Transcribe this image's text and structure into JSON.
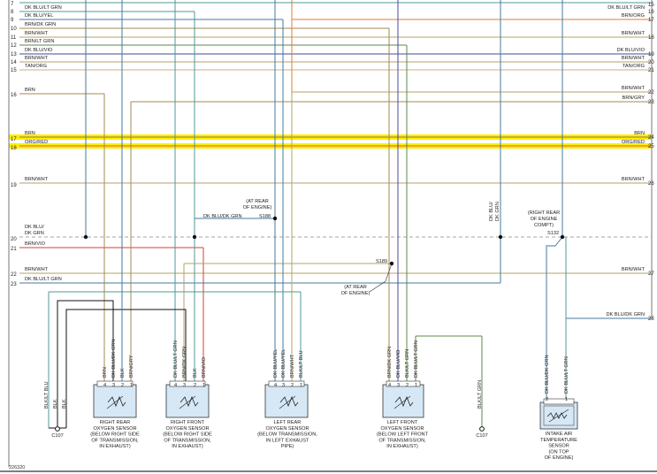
{
  "colors": {
    "background": "#ffffff",
    "bus_highlight": "#ffee00",
    "connector_fill": "#d6e8f6",
    "wire_brn": "#a58a50",
    "wire_brn_wht": "#b3a36a",
    "wire_brn_vio": "#d93b3b",
    "wire_dk_blu": "#46799d",
    "wire_dk_grn": "#5a8a4a",
    "wire_dk_blu_lt_grn": "#4f9a97",
    "wire_dk_blu_vio": "#4a4a9a",
    "wire_orange": "#e07b39",
    "wire_tan": "#c8b288",
    "wire_black": "#111111"
  },
  "left_pins": [
    "7",
    "8",
    "9",
    "10",
    "11",
    "12",
    "13",
    "14",
    "15",
    "16",
    "17",
    "18",
    "19",
    "20",
    "21",
    "22",
    "23"
  ],
  "right_pins": [
    "15",
    "16",
    "17",
    "18",
    "19",
    "20",
    "21",
    "22",
    "23",
    "24",
    "25",
    "26",
    "27",
    "28"
  ],
  "left_labels": [
    "DK BLU/LT GRN",
    "DK BLU/YEL",
    "BRN/DK GRN",
    "BRN/WHT",
    "BRN/LT GRN",
    "DK BLU/VIO",
    "BRN/WHT",
    "TAN/ORG",
    "BRN",
    "BRN",
    "ORG/RED",
    "BRN/WHT",
    "DK BLU/",
    "DK GRN",
    "BRN/VIO",
    "BRN/WHT",
    "DK BLU/LT GRN"
  ],
  "right_labels": [
    "DK BLU/LT GRN",
    "BRN/ORG",
    "BRN/WHT",
    "DK BLU/VIO",
    "BRN/WHT",
    "TAN/ORG",
    "BRN/WHT",
    "BRN/GRY",
    "BRN",
    "ORG/RED",
    "BRN/WHT",
    "BRN/WHT",
    "DK BLU/DK GRN"
  ],
  "splices": {
    "s188": {
      "id": "S188",
      "note": [
        "(AT REAR",
        "OF ENGINE)"
      ]
    },
    "s189": {
      "id": "S189",
      "note": [
        "(AT REAR",
        "OF ENGINE)"
      ]
    },
    "s132": {
      "id": "S132",
      "note": [
        "(RIGHT REAR",
        "OF ENGINE",
        "COMPT)"
      ]
    }
  },
  "mid_labels": {
    "dk_blu_dk_grn_top": "DK BLU/DK GRN",
    "vertical_dk_blu": "DK BLU/",
    "vertical_dk_grn": "DK GRN"
  },
  "grounds": [
    {
      "id": "C107",
      "wires": [
        "BLK/LT BLU",
        "BLK",
        "BLK"
      ]
    },
    {
      "id": "C107",
      "wires": [
        "BLK/LT GRN"
      ]
    }
  ],
  "components": [
    {
      "name": [
        "RIGHT REAR",
        "OXYGEN SENSOR",
        "(BELOW RIGHT SIDE",
        "OF TRANSMISSION,",
        "IN EXHAUST)"
      ],
      "pins": [
        {
          "num": "4",
          "label": "BRN"
        },
        {
          "num": "3",
          "label": "DK BLU/DK GRN"
        },
        {
          "num": "2",
          "label": "BLK"
        },
        {
          "num": "1",
          "label": "BRN/GRY"
        }
      ]
    },
    {
      "name": [
        "RIGHT FRONT",
        "OXYGEN SENSOR",
        "(BELOW RIGHT SIDE",
        "OF TRANSMISSION,",
        "IN EXHAUST)"
      ],
      "pins": [
        {
          "num": "4",
          "label": "DK BLU/LT GRN"
        },
        {
          "num": "3",
          "label": "BRN/DK GRN"
        },
        {
          "num": "2",
          "label": "BLK"
        },
        {
          "num": "1",
          "label": "BRN/VIO"
        }
      ]
    },
    {
      "name": [
        "LEFT REAR",
        "OXYGEN SENSOR",
        "(BELOW TRANSMISSION,",
        "IN LEFT EXHAUST",
        "PIPE)"
      ],
      "pins": [
        {
          "num": "4",
          "label": "DK BLU/YEL"
        },
        {
          "num": "3",
          "label": "DK BLU/YEL"
        },
        {
          "num": "2",
          "label": "BRN/WHT"
        },
        {
          "num": "1",
          "label": "BLK/LT BLU"
        }
      ]
    },
    {
      "name": [
        "LEFT FRONT",
        "OXYGEN SENSOR",
        "(BELOW LEFT FRONT",
        "OF TRANSMISSION,",
        "IN EXHAUST)"
      ],
      "pins": [
        {
          "num": "4",
          "label": "BRN/DK GRN"
        },
        {
          "num": "3",
          "label": "DK BLU/VIO"
        },
        {
          "num": "2",
          "label": "BLK/LT GRN"
        },
        {
          "num": "1",
          "label": "DK BLU/LT GRN"
        }
      ]
    },
    {
      "name": [
        "INTAKE AIR",
        "TEMPERATURE",
        "SENSOR",
        "(ON TOP",
        "OF ENGINE)"
      ],
      "pins": [
        {
          "num": "2",
          "label": "DK BLU/DK GRN"
        },
        {
          "num": "1",
          "label": "DK BLU/LT GRN"
        }
      ]
    }
  ],
  "figure_ref": "226320"
}
